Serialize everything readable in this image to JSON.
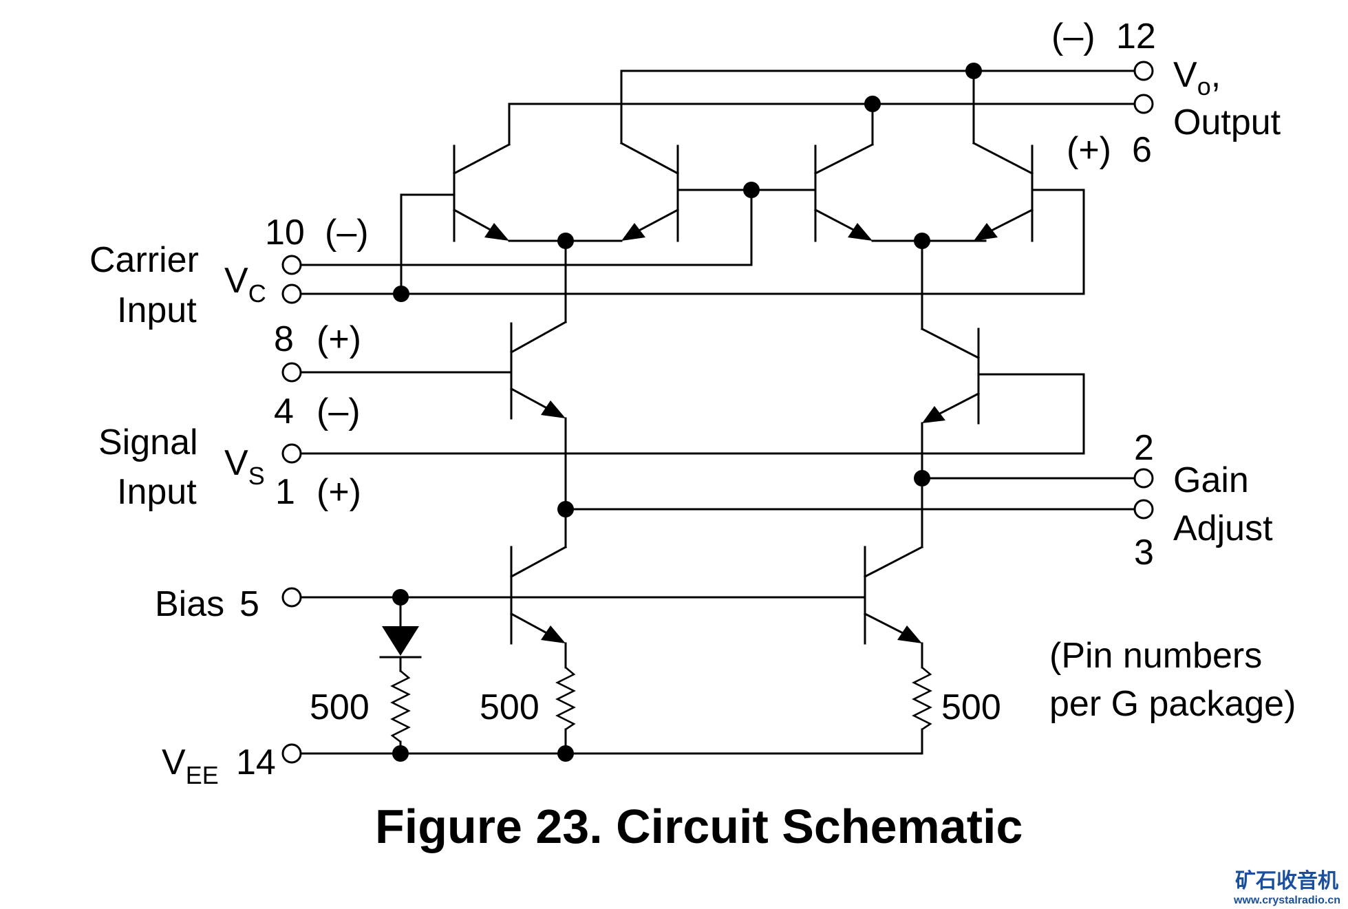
{
  "labels": {
    "pin12_pol": "(–)",
    "pin12_num": "12",
    "vo_main": "V",
    "vo_sub": "o",
    "vo_comma": ",",
    "output": "Output",
    "pin6_pol": "(+)",
    "pin6_num": "6",
    "pin10": "10",
    "pin10_pol": "(–)",
    "carrier": "Carrier",
    "carrier_input": "Input",
    "vc_main": "V",
    "vc_sub": "C",
    "pin8": "8",
    "pin8_pol": "(+)",
    "pin4": "4",
    "pin4_pol": "(–)",
    "signal": "Signal",
    "signal_input": "Input",
    "vs_main": "V",
    "vs_sub": "S",
    "pin1": "1",
    "pin1_pol": "(+)",
    "pin2": "2",
    "gain": "Gain",
    "adjust": "Adjust",
    "pin3": "3",
    "bias": "Bias",
    "pin5": "5",
    "res1": "500",
    "res2": "500",
    "res3": "500",
    "vee_main": "V",
    "vee_sub": "EE",
    "pin14": "14",
    "note1": "(Pin numbers",
    "note2": "per G package)"
  },
  "caption": "Figure 23. Circuit Schematic",
  "watermark": {
    "cn": "矿石收音机",
    "url": "www.crystalradio.cn"
  }
}
